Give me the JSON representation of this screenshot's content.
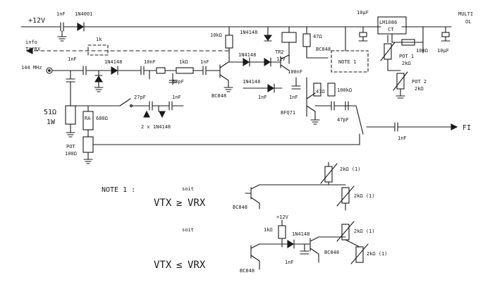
{
  "labels": {
    "supply": "+12V",
    "c_in": "1nF",
    "d_in": "1N4001",
    "c_10u_top": "10µF",
    "reg": "LM1086",
    "reg2": "CT",
    "multi": "MULTI",
    "ol": "OL",
    "info1": "info",
    "info2": "TX/RX",
    "r_1k_info": "1k",
    "r_10k": "10kΩ",
    "d_4148_top": "1N4148",
    "relay": "TR2",
    "relay2": "12V",
    "r_47": "47Ω",
    "bc848_1": "BC848",
    "note_box": "NOTE 1",
    "r_100": "100Ω",
    "c_10u_right": "10µF",
    "pot1": "POT 1",
    "pot1v": "2kΩ",
    "pot2": "POT 2",
    "pot2v": "2kΩ",
    "freq": "144 MHz",
    "c_1n_a": "1nF",
    "d_4148_a": "1N4148",
    "c_10n": "10nF",
    "c_68p": "68pF",
    "r_1k_mid": "1kΩ",
    "c_1n_b": "1nF",
    "d_4148_b": "1N4148",
    "d_4148_c": "1N4148",
    "c_100n": "100nF",
    "bc848_mid": "BC848",
    "c_1n_c": "1nF",
    "c_1n_d": "1nF",
    "r_47_b": "47Ω",
    "r_100k": "100kΩ",
    "bfq": "BFQ71",
    "c_47p": "47pF",
    "r_51": "51Ω",
    "r_51w": "1W",
    "ra": "RA",
    "r_680": "680Ω",
    "c_27p": "27pF",
    "c_1n_e": "1nF",
    "d_pair": "2 x 1N4148",
    "pot": "POT",
    "pot_v": "100Ω",
    "c_1n_fi": "1nF",
    "fi": "FI",
    "note1": "NOTE 1 :",
    "soit1": "soit",
    "soit2": "soit",
    "eq1_a": "VTX",
    "eq1_op": "≥",
    "eq1_b": "VRX",
    "eq2_a": "VTX",
    "eq2_op": "≤",
    "eq2_b": "VRX",
    "n_bc848_1": "BC848",
    "n_2k_a": "2kΩ (1)",
    "n_2k_b": "2kΩ (1)",
    "n_12v": "+12V",
    "n_1k": "1kΩ",
    "n_1n4148": "1N4148",
    "n_1nf": "1nF",
    "n_bc848_2": "BC848",
    "n_bc848_3": "BC848",
    "n_2k_c": "2kΩ (1)",
    "n_2k_d": "2kΩ (1)"
  },
  "colors": {
    "ink": "#1a1a1a",
    "paper": "#ffffff"
  }
}
